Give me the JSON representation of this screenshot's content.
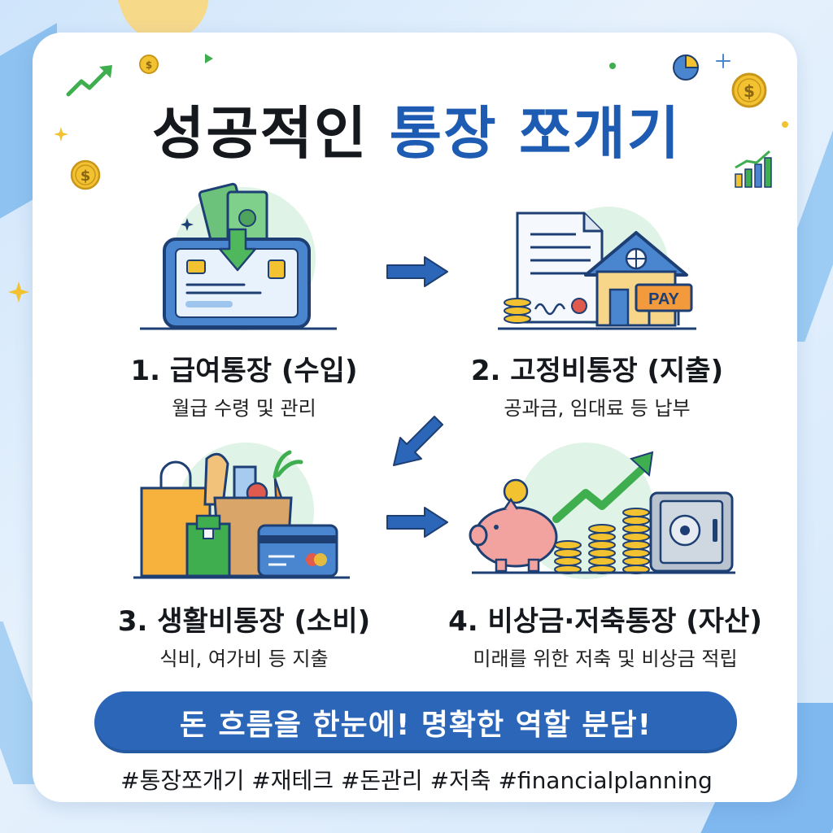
{
  "title": {
    "part1": "성공적인",
    "part2": "통장 쪼개기"
  },
  "steps": [
    {
      "title": "1. 급여통장 (수입)",
      "subtitle": "월급 수령 및 관리"
    },
    {
      "title": "2. 고정비통장 (지출)",
      "subtitle": "공과금, 임대료 등 납부"
    },
    {
      "title": "3. 생활비통장 (소비)",
      "subtitle": "식비, 여가비 등 지출"
    },
    {
      "title": "4. 비상금·저축통장 (자산)",
      "subtitle": "미래를 위한 저축 및 비상금 적립"
    }
  ],
  "pay_sign": "PAY",
  "banner": "돈 흐름을 한눈에! 명확한 역할 분담!",
  "hashtags": "#통장쪼개기 #재테크 #돈관리 #저축 #financialplanning",
  "colors": {
    "accent_blue": "#1e5bb3",
    "banner_blue": "#2b66b8",
    "green": "#3fae4f",
    "gold": "#f2c230"
  }
}
